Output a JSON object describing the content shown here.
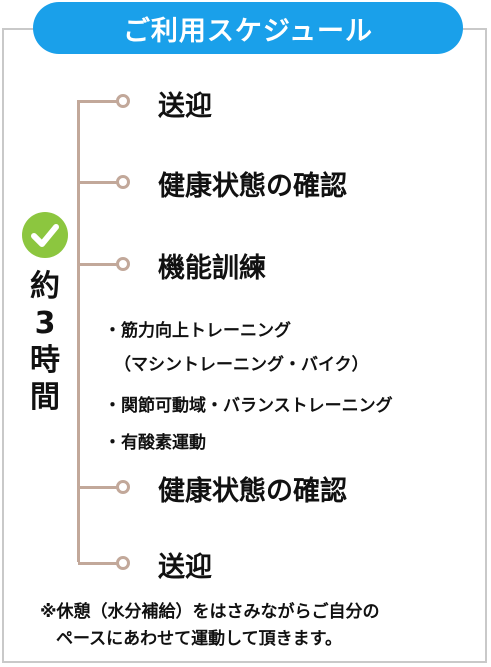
{
  "header": {
    "title": "ご利用スケジュール"
  },
  "schedule": {
    "duration_lines": [
      "約",
      "3",
      "時",
      "間"
    ],
    "steps": [
      {
        "label": "送迎"
      },
      {
        "label": "健康状態の確認"
      },
      {
        "label": "機能訓練"
      },
      {
        "label": "健康状態の確認"
      },
      {
        "label": "送迎"
      }
    ],
    "training_details": [
      "・筋力向上トレーニング",
      "（マシントレーニング・バイク）",
      "・関節可動域・バランストレーニング",
      "・有酸素運動"
    ]
  },
  "footnote": {
    "line1": "※休憩（水分補給）をはさみながらご自分の",
    "line2": "ペースにあわせて運動して頂きます。"
  },
  "colors": {
    "accent_blue": "#1aa0ea",
    "timeline_brown": "#c2a89a",
    "check_green": "#8cc63f"
  },
  "icons": {
    "check": "check-circle-icon",
    "node": "circle-node-icon"
  }
}
